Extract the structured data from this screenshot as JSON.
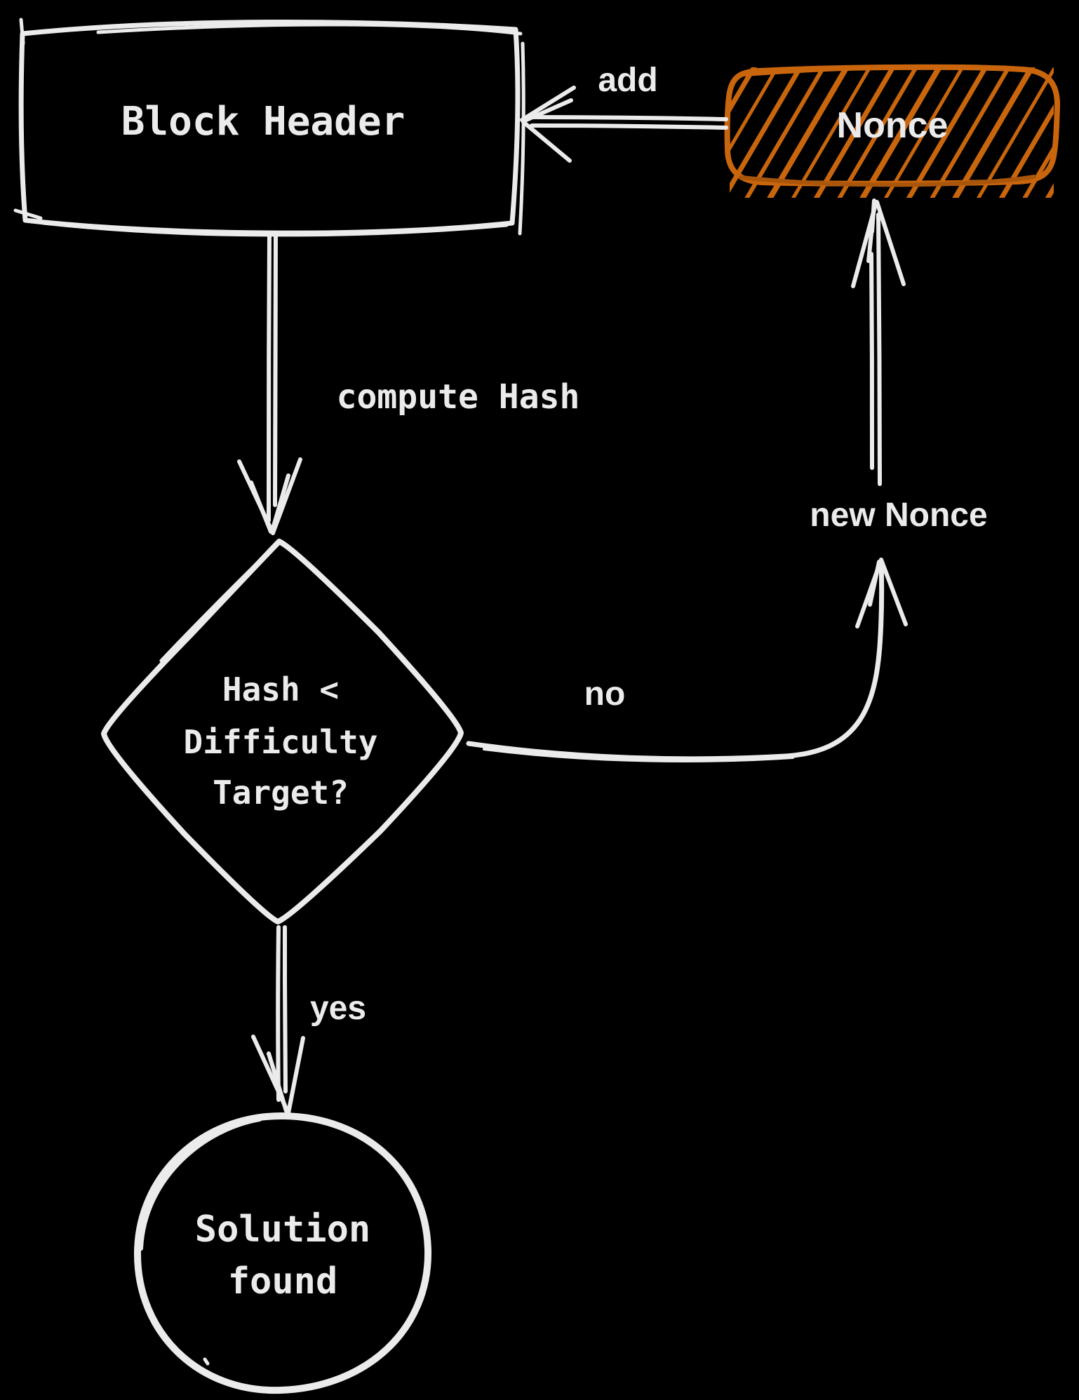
{
  "theme": {
    "background": "#000000",
    "ink_color": "#ebebeb",
    "accent_color": "#c9660d",
    "accent_dark": "#a9560a"
  },
  "nodes": {
    "block_header": {
      "label": "Block Header",
      "shape": "rectangle"
    },
    "nonce": {
      "label": "Nonce",
      "shape": "rounded-rectangle",
      "fill_style": "orange-hatch"
    },
    "decision": {
      "lines": [
        "Hash <",
        "Difficulty",
        "Target?"
      ],
      "shape": "diamond"
    },
    "solution": {
      "lines": [
        "Solution",
        "found"
      ],
      "shape": "circle"
    }
  },
  "edges": {
    "add": {
      "label": "add",
      "from": "nonce",
      "to": "block_header"
    },
    "compute_hash": {
      "label": "compute Hash",
      "from": "block_header",
      "to": "decision"
    },
    "no": {
      "label": "no",
      "from": "decision",
      "to": "new_nonce"
    },
    "new_nonce": {
      "label": "new Nonce",
      "from": "decision",
      "to": "nonce"
    },
    "yes": {
      "label": "yes",
      "from": "decision",
      "to": "solution"
    }
  }
}
